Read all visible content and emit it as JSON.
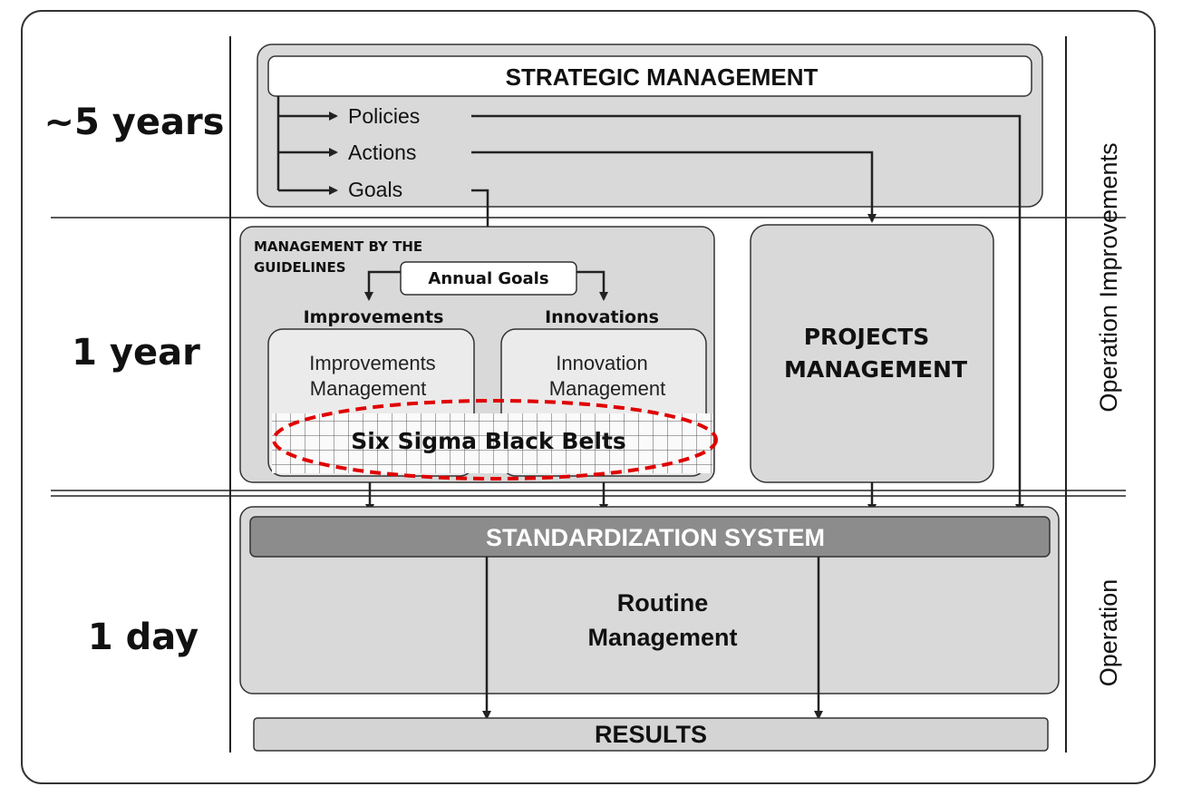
{
  "time_labels": {
    "five_years": "~5 years",
    "one_year": "1 year",
    "one_day": "1 day"
  },
  "side_labels": {
    "operation_improvements": "Operation Improvements",
    "operation": "Operation"
  },
  "strategic": {
    "title": "STRATEGIC MANAGEMENT",
    "policies": "Policies",
    "actions": "Actions",
    "goals": "Goals"
  },
  "guidelines": {
    "title_line1": "MANAGEMENT BY THE",
    "title_line2": "GUIDELINES",
    "annual_goals": "Annual Goals",
    "improvements_heading": "Improvements",
    "innovations_heading": "Innovations",
    "improvements_box_line1": "Improvements",
    "improvements_box_line2": "Management",
    "innovation_box_line1": "Innovation",
    "innovation_box_line2": "Management",
    "six_sigma": "Six Sigma Black Belts"
  },
  "projects": {
    "line1": "PROJECTS",
    "line2": "MANAGEMENT"
  },
  "standardization": {
    "title": "STANDARDIZATION SYSTEM",
    "routine_line1": "Routine",
    "routine_line2": "Management"
  },
  "results": {
    "title": "RESULTS"
  },
  "colors": {
    "panel_gray": "#d9d9d9",
    "standardization_bar": "#8c8c8c",
    "highlight_red": "#e00000",
    "line": "#222222"
  }
}
